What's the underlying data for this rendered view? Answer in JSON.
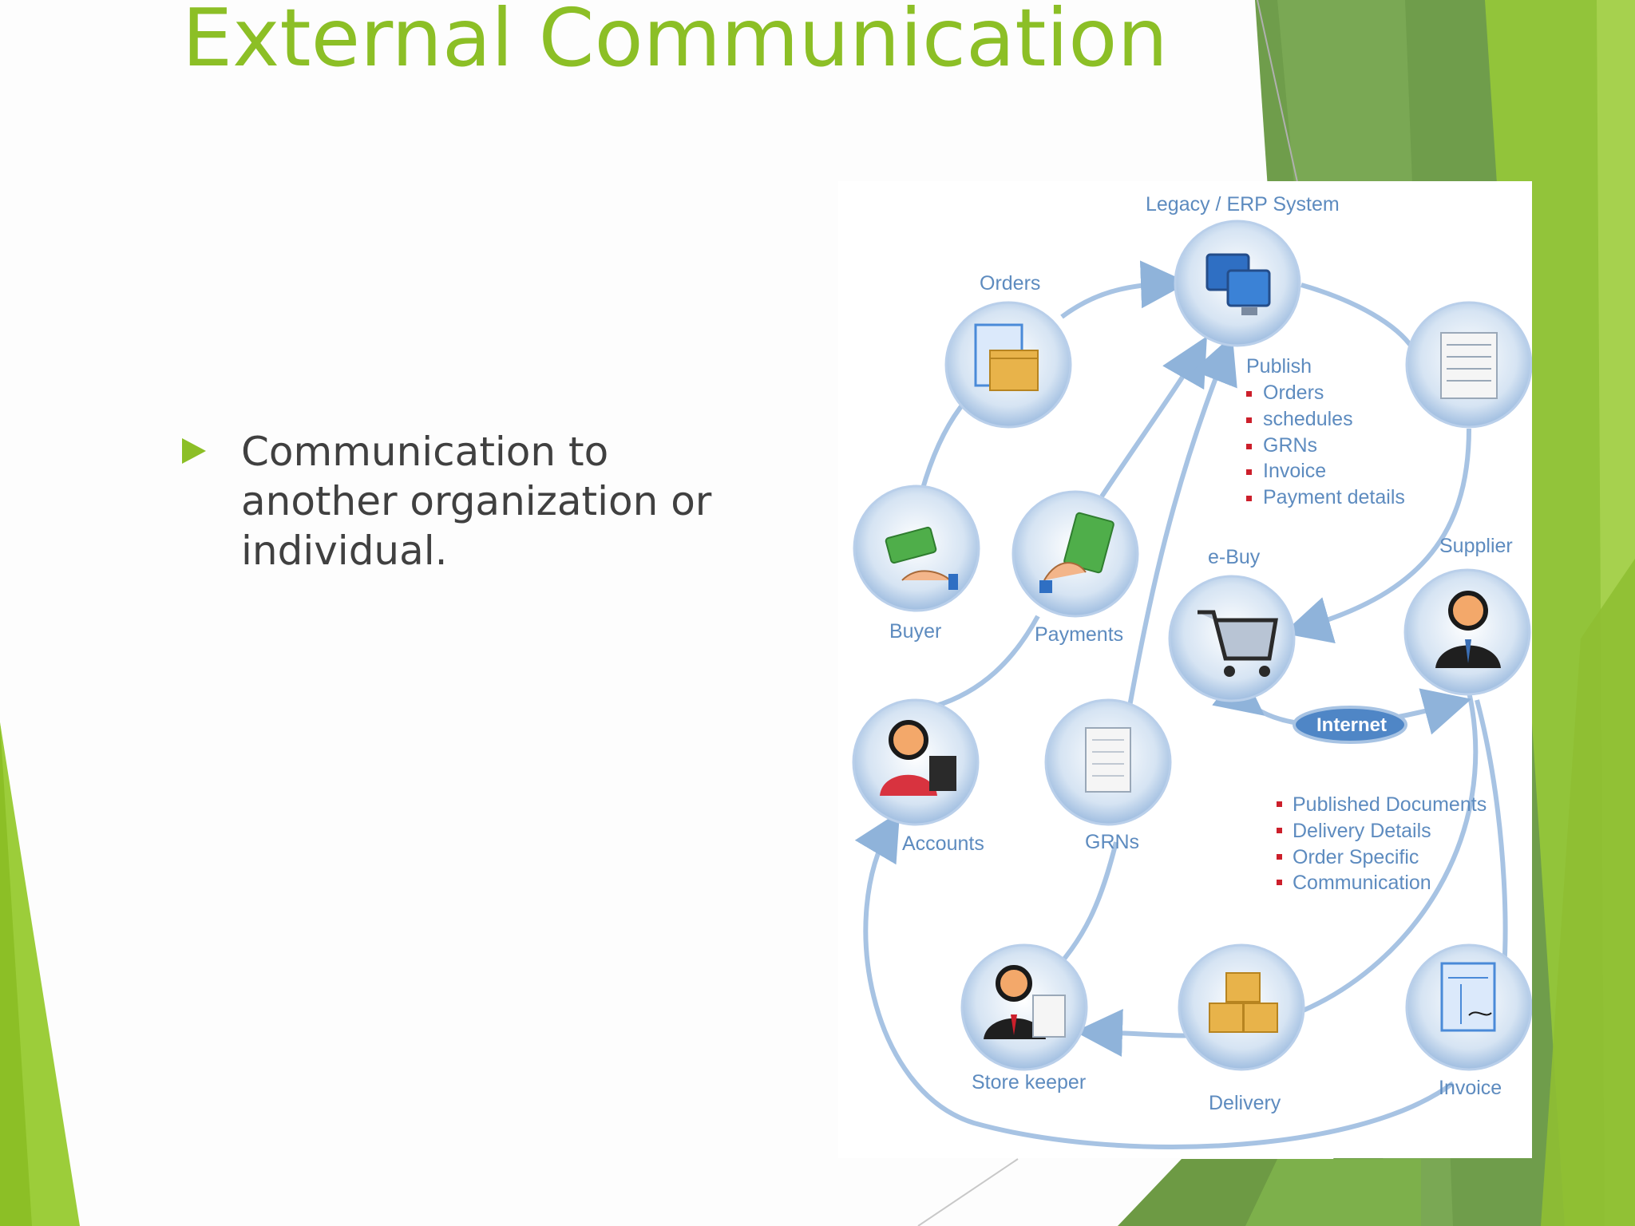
{
  "slide": {
    "title": "External Communication",
    "bullets": [
      "Communication to another organization or individual."
    ]
  },
  "diagram": {
    "nodes": {
      "legacy": "Legacy / ERP System",
      "orders": "Orders",
      "buyer": "Buyer",
      "payments": "Payments",
      "accounts": "Accounts",
      "grns": "GRNs",
      "ebuy": "e-Buy",
      "supplier": "Supplier",
      "store_keeper": "Store keeper",
      "delivery": "Delivery",
      "invoice": "Invoice",
      "internet": "Internet"
    },
    "publish": {
      "heading": "Publish",
      "items": [
        "Orders",
        "schedules",
        "GRNs",
        "Invoice",
        "Payment details"
      ]
    },
    "supplier_items": [
      "Published Documents",
      "Delivery Details",
      "Order Specific",
      "Communication"
    ]
  },
  "colors": {
    "accent_green": "#8cbf26",
    "diagram_blue": "#5d8bbf",
    "bullet_red": "#cc1f2b"
  }
}
